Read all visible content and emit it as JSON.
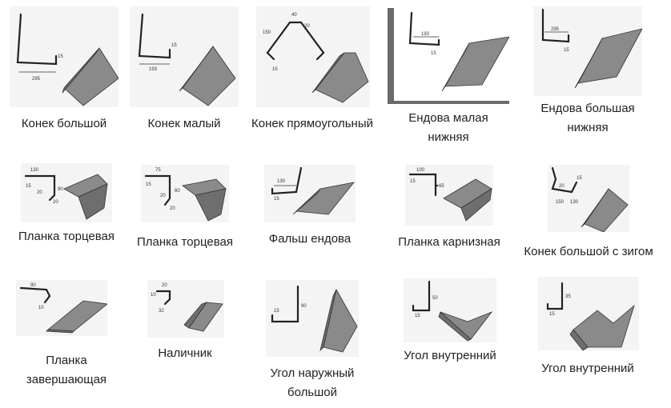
{
  "products": [
    {
      "name": "Конек большой",
      "dims": [
        "15",
        "295"
      ]
    },
    {
      "name": "Конек малый",
      "dims": [
        "15",
        "193"
      ]
    },
    {
      "name": "Конек прямоугольный",
      "dims": [
        "40",
        "20",
        "150",
        "15"
      ]
    },
    {
      "name": "Ендова малая нижняя",
      "dims": [
        "193",
        "15"
      ]
    },
    {
      "name": "Ендова большая нижняя",
      "dims": [
        "295",
        "15"
      ]
    },
    {
      "name": "Планка торцевая",
      "dims": [
        "130",
        "15",
        "20",
        "90",
        "20"
      ]
    },
    {
      "name": "Планка торцевая",
      "dims": [
        "75",
        "15",
        "20",
        "60",
        "20"
      ]
    },
    {
      "name": "Фальш ендова",
      "dims": [
        "130",
        "15"
      ]
    },
    {
      "name": "Планка карнизная",
      "dims": [
        "100",
        "15",
        "65"
      ]
    },
    {
      "name": "Конек большой с зигом",
      "dims": [
        "20",
        "15",
        "150",
        "130"
      ]
    },
    {
      "name": "Планка завершающая",
      "dims": [
        "90",
        "10"
      ]
    },
    {
      "name": "Наличник",
      "dims": [
        "20",
        "10",
        "32"
      ]
    },
    {
      "name": "Угол наружный большой",
      "dims": [
        "15",
        "90"
      ]
    },
    {
      "name": "Угол внутренний",
      "dims": [
        "50",
        "15"
      ]
    },
    {
      "name": "Угол внутренний",
      "dims": [
        "35",
        "15"
      ]
    }
  ],
  "captions": [
    [
      "Конек большой"
    ],
    [
      "Конек малый"
    ],
    [
      "Конек прямоугольный"
    ],
    [
      "Ендова малая",
      "нижняя"
    ],
    [
      "Ендова большая",
      "нижняя"
    ],
    [
      "Планка торцевая"
    ],
    [
      "Планка торцевая"
    ],
    [
      "Фальш ендова"
    ],
    [
      "Планка карнизная"
    ],
    [
      "Конек большой с зигом"
    ],
    [
      "Планка",
      "завершающая"
    ],
    [
      "Наличник"
    ],
    [
      "Угол наружный",
      "большой"
    ],
    [
      "Угол внутренний"
    ],
    [
      "Угол внутренний"
    ]
  ],
  "colors": {
    "bg": "#ffffff",
    "pic_bg": "#f4f4f4",
    "metal": "#8a8a8a",
    "frame": "#6b6b6b"
  }
}
